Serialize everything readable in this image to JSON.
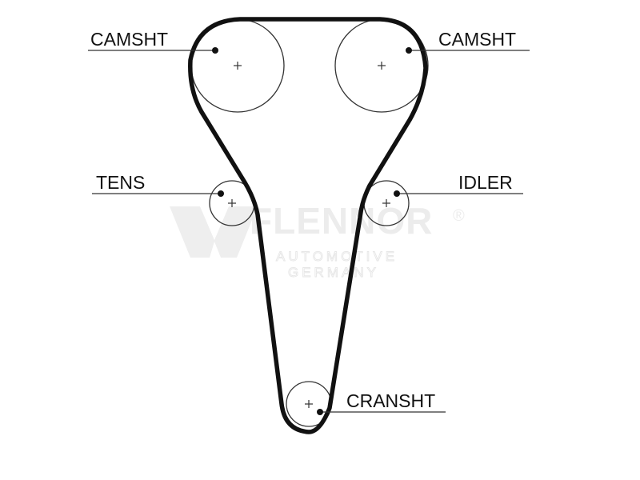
{
  "labels": {
    "camshaft_left": "CAMSHT",
    "camshaft_right": "CAMSHT",
    "tensioner": "TENS",
    "idler": "IDLER",
    "crankshaft": "CRANSHT"
  },
  "watermark": {
    "brand": "FLENNOR",
    "registered": "®",
    "line1": "AUTOMOTIVE",
    "line2": "GERMANY"
  },
  "colors": {
    "belt": "#111111",
    "pulley": "#333333",
    "watermark": "#ececec"
  }
}
